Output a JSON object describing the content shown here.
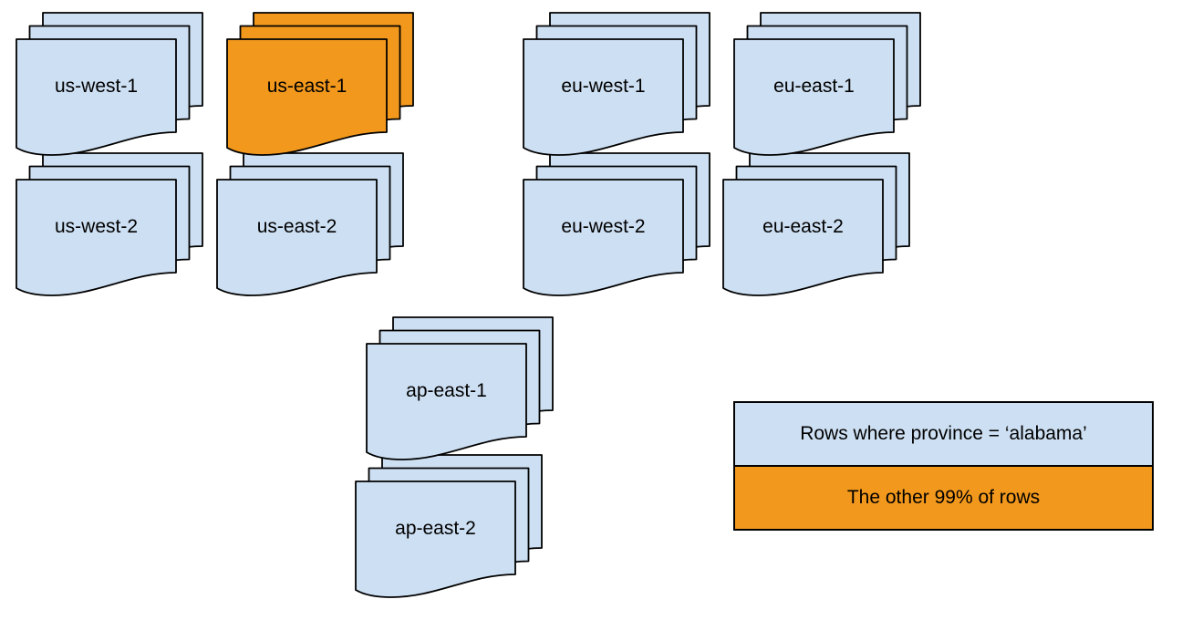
{
  "diagram": {
    "title": "region-document-stacks",
    "colors": {
      "blue": "#CDDFF2",
      "orange": "#F2981D",
      "stroke": "#000000",
      "text": "#000000",
      "bg": "#FFFFFF"
    },
    "stacks": [
      {
        "label": "us-west-1",
        "variant": "blue"
      },
      {
        "label": "us-east-1",
        "variant": "orange"
      },
      {
        "label": "eu-west-1",
        "variant": "blue"
      },
      {
        "label": "eu-east-1",
        "variant": "blue"
      },
      {
        "label": "us-west-2",
        "variant": "blue"
      },
      {
        "label": "us-east-2",
        "variant": "blue"
      },
      {
        "label": "eu-west-2",
        "variant": "blue"
      },
      {
        "label": "eu-east-2",
        "variant": "blue"
      },
      {
        "label": "ap-east-1",
        "variant": "blue"
      },
      {
        "label": "ap-east-2",
        "variant": "blue"
      }
    ],
    "legend": {
      "items": [
        {
          "label": "Rows where province = ‘alabama’",
          "variant": "blue"
        },
        {
          "label": "The other 99% of rows",
          "variant": "orange"
        }
      ]
    }
  }
}
